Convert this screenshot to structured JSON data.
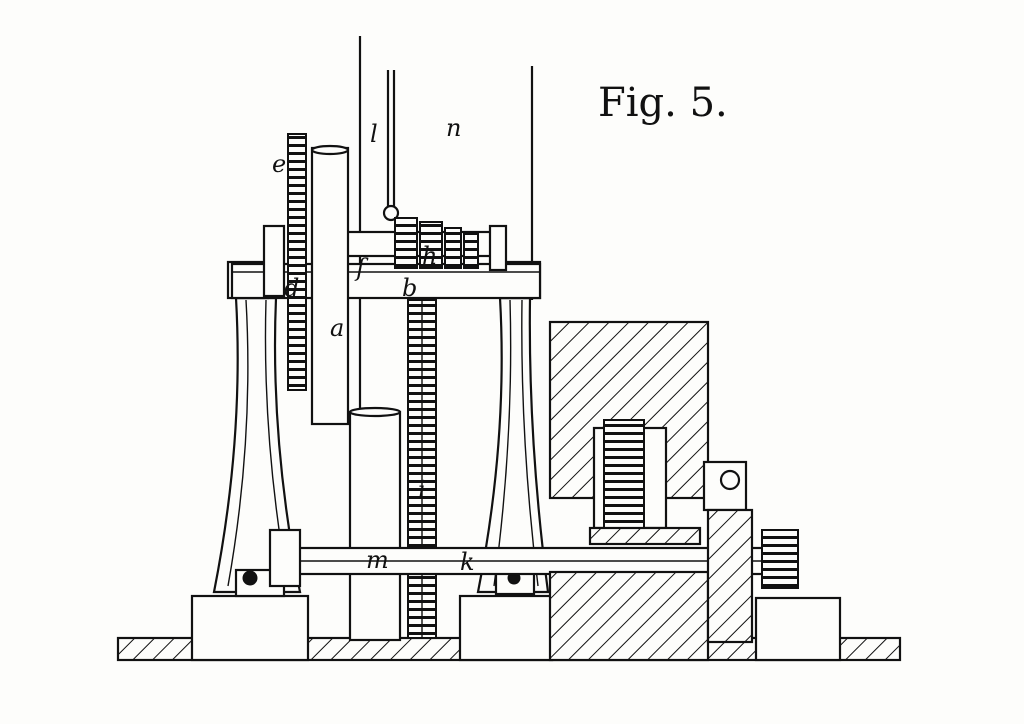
{
  "figure": {
    "title": "Fig. 5."
  },
  "labels": {
    "a": "a",
    "b": "b",
    "d": "d",
    "e": "e",
    "f": "f",
    "h": "h",
    "i": "i",
    "k": "k",
    "l": "l",
    "m": "m",
    "n": "n"
  }
}
